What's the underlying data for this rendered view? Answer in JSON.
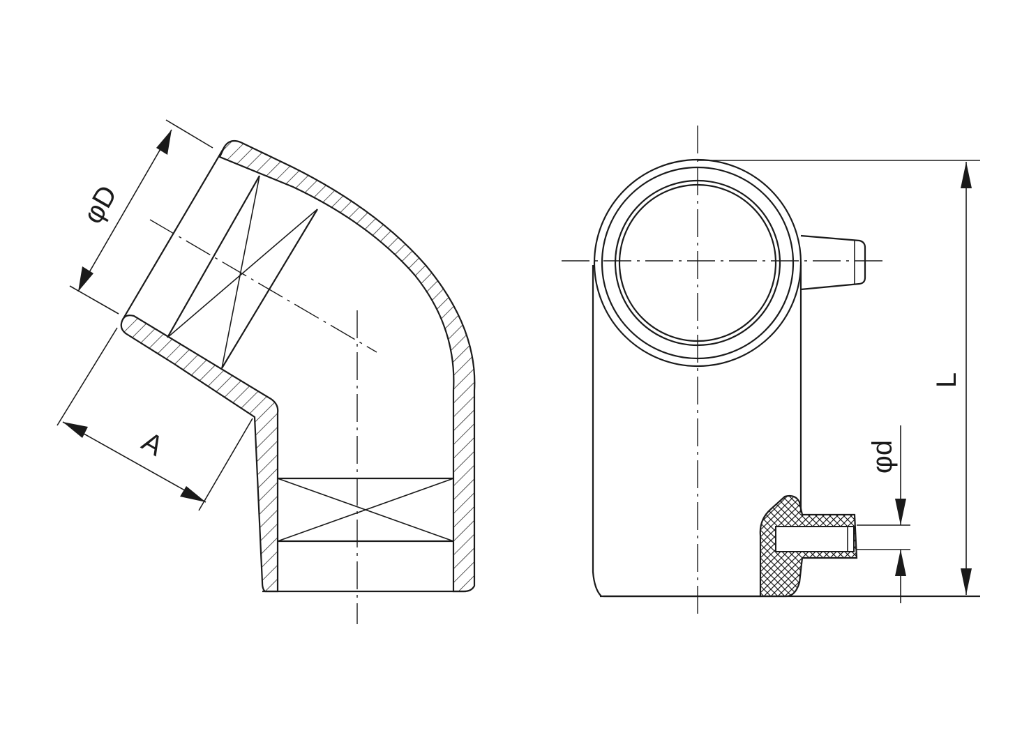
{
  "diagram": {
    "left_view": {
      "labels": {
        "diameter": "φD",
        "length_a": "A"
      }
    },
    "right_view": {
      "labels": {
        "length_l": "L",
        "pin_diameter": "φd"
      }
    },
    "colors": {
      "line": "#1a1a1a",
      "background": "#ffffff"
    }
  }
}
